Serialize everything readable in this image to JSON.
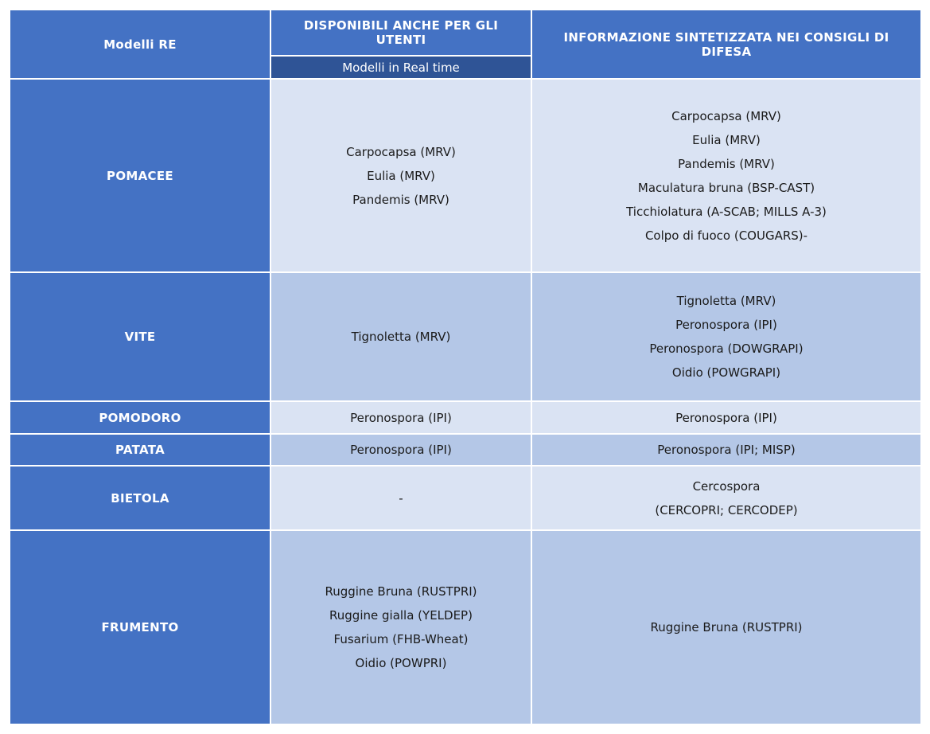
{
  "header": {
    "col1": "Modelli RE",
    "col2": "DISPONIBILI ANCHE PER GLI UTENTI",
    "col2_sub": "Modelli in Real time",
    "col3": "INFORMAZIONE SINTETIZZATA NEI CONSIGLI DI DIFESA"
  },
  "rows": [
    {
      "crop": "POMACEE",
      "realtime": [
        "Carpocapsa (MRV)",
        "Eulia (MRV)",
        "Pandemis (MRV)"
      ],
      "advice": [
        "Carpocapsa (MRV)",
        "Eulia (MRV)",
        "Pandemis (MRV)",
        "Maculatura bruna (BSP-CAST)",
        "Ticchiolatura (A-SCAB; MILLS A-3)",
        "Colpo di fuoco (COUGARS)-"
      ]
    },
    {
      "crop": "VITE",
      "realtime": [
        "Tignoletta (MRV)"
      ],
      "advice": [
        "Tignoletta (MRV)",
        "Peronospora (IPI)",
        "Peronospora (DOWGRAPI)",
        "Oidio (POWGRAPI)"
      ]
    },
    {
      "crop": "POMODORO",
      "realtime": [
        "Peronospora (IPI)"
      ],
      "advice": [
        "Peronospora (IPI)"
      ]
    },
    {
      "crop": "PATATA",
      "realtime": [
        "Peronospora (IPI)"
      ],
      "advice": [
        "Peronospora (IPI; MISP)"
      ]
    },
    {
      "crop": "BIETOLA",
      "realtime": [
        "-"
      ],
      "advice": [
        "Cercospora",
        "(CERCOPRI; CERCODEP)"
      ]
    },
    {
      "crop": "FRUMENTO",
      "realtime": [
        "Ruggine Bruna (RUSTPRI)",
        "Ruggine gialla (YELDEP)",
        "Fusarium (FHB-Wheat)",
        "Oidio (POWPRI)"
      ],
      "advice": [
        "Ruggine Bruna (RUSTPRI)"
      ]
    }
  ]
}
